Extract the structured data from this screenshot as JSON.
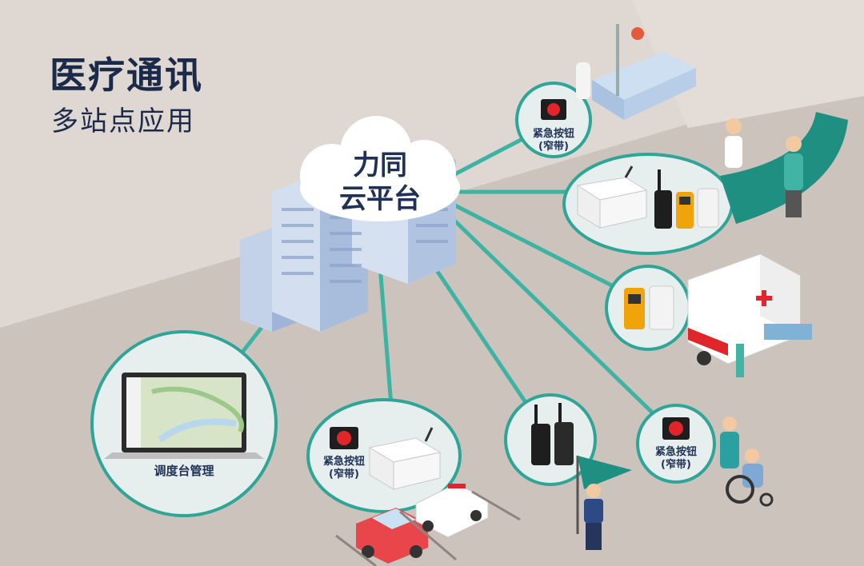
{
  "header": {
    "title": "医疗通讯",
    "subtitle": "多站点应用"
  },
  "cloud": {
    "line1": "力同",
    "line2": "云平台"
  },
  "nodes": {
    "emergency_top": {
      "line1": "紧急按钮",
      "line2": "(窄带)"
    },
    "emergency_bottom": {
      "line1": "紧急按钮",
      "line2": "(窄带)"
    },
    "emergency_right": {
      "line1": "紧急按钮",
      "line2": "(窄带)"
    },
    "dispatch": {
      "label": "调度台管理"
    }
  },
  "colors": {
    "background_wall": "#ded7d2",
    "floor": "#cdc3bd",
    "link_line": "#3db3a3",
    "circle_fill": "#e6efee",
    "circle_border": "#2ea597",
    "title": "#1c2a4a",
    "alarm_red": "#e0262b",
    "device_orange": "#f0a30a"
  },
  "icons": [
    "building-icon",
    "cloud-icon",
    "laptop-icon",
    "radio-icon",
    "alarm-button-icon",
    "gateway-icon",
    "ambulance-icon",
    "hospital-bed-icon",
    "car-icon",
    "police-car-icon",
    "guard-icon",
    "wheelchair-icon",
    "receptionist-icon"
  ]
}
